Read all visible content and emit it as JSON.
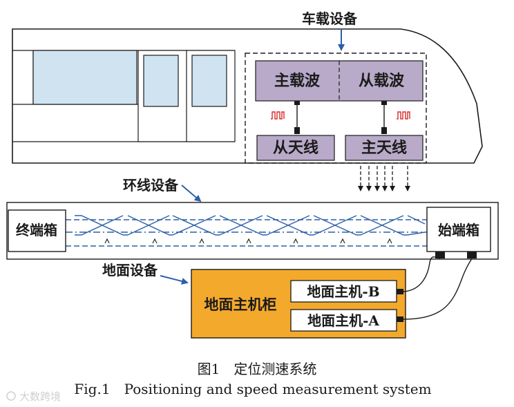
{
  "labels": {
    "onboard_equipment": "车载设备",
    "master_carrier": "主载波",
    "slave_carrier": "从载波",
    "slave_antenna": "从天线",
    "master_antenna": "主天线",
    "loop_equipment": "环线设备",
    "end_box": "终端箱",
    "start_box": "始端箱",
    "ground_equipment": "地面设备",
    "ground_cabinet": "地面主机柜",
    "ground_host_b": "地面主机-B",
    "ground_host_a": "地面主机-A"
  },
  "caption": {
    "zh": "图1　定位测速系统",
    "en": "Fig.1　Positioning and speed measurement system"
  },
  "watermark": "大数跨境",
  "colors": {
    "module_fill": "#b8aac8",
    "cabinet_fill": "#f3a92c",
    "loop_blue": "#2c5fa8",
    "pulse_red": "#d92b2b",
    "window_blue": "#cfe3f0"
  }
}
